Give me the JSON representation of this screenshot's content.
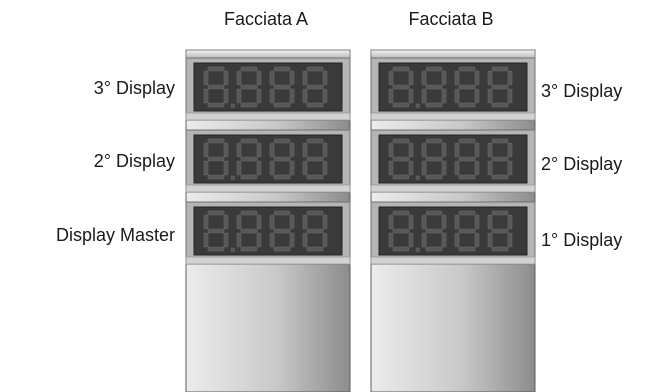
{
  "columns": [
    {
      "heading": "Facciata A",
      "labels": [
        "3° Display",
        "2° Display",
        "Display Master"
      ]
    },
    {
      "heading": "Facciata B",
      "labels": [
        "3° Display",
        "2° Display",
        "1° Display"
      ]
    }
  ],
  "digit_count": 4,
  "colors": {
    "panel_light": "#e6e6e6",
    "panel_dark": "#8f8f8f",
    "display_bg": "#3a3a3a",
    "segment_off": "#575757",
    "text": "#1a1a1a"
  }
}
